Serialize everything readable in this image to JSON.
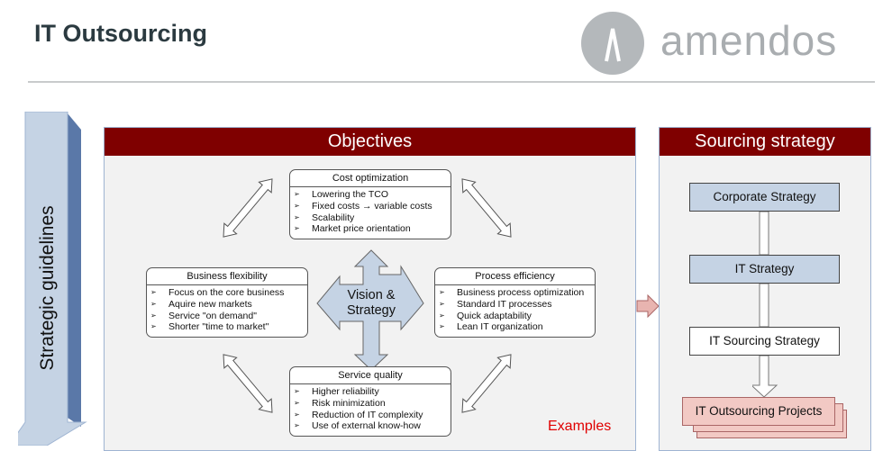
{
  "title": "IT Outsourcing",
  "logo": {
    "text": "amendos",
    "mark": "Λ"
  },
  "side_label": "Strategic guidelines",
  "objectives": {
    "heading": "Objectives",
    "center": "Vision & Strategy",
    "boxes": [
      {
        "title": "Cost optimization",
        "items": [
          "Lowering the TCO",
          "Fixed costs → variable costs",
          "Scalability",
          "Market price orientation"
        ]
      },
      {
        "title": "Business flexibility",
        "items": [
          "Focus on the core business",
          "Aquire new markets",
          "Service \"on demand\"",
          "Shorter \"time to market\""
        ]
      },
      {
        "title": "Process efficiency",
        "items": [
          "Business process optimization",
          "Standard IT processes",
          "Quick adaptability",
          "Lean IT organization"
        ]
      },
      {
        "title": "Service quality",
        "items": [
          "Higher reliability",
          "Risk minimization",
          "Reduction of IT complexity",
          "Use of external know-how"
        ]
      }
    ],
    "note": "Examples"
  },
  "sourcing": {
    "heading": "Sourcing strategy",
    "steps": [
      "Corporate Strategy",
      "IT Strategy",
      "IT Sourcing Strategy",
      "IT Outsourcing Projects"
    ]
  },
  "colors": {
    "header": "#7f0000",
    "blue": "#c5d3e4",
    "pink": "#f2c9c4",
    "note": "#e00000"
  }
}
